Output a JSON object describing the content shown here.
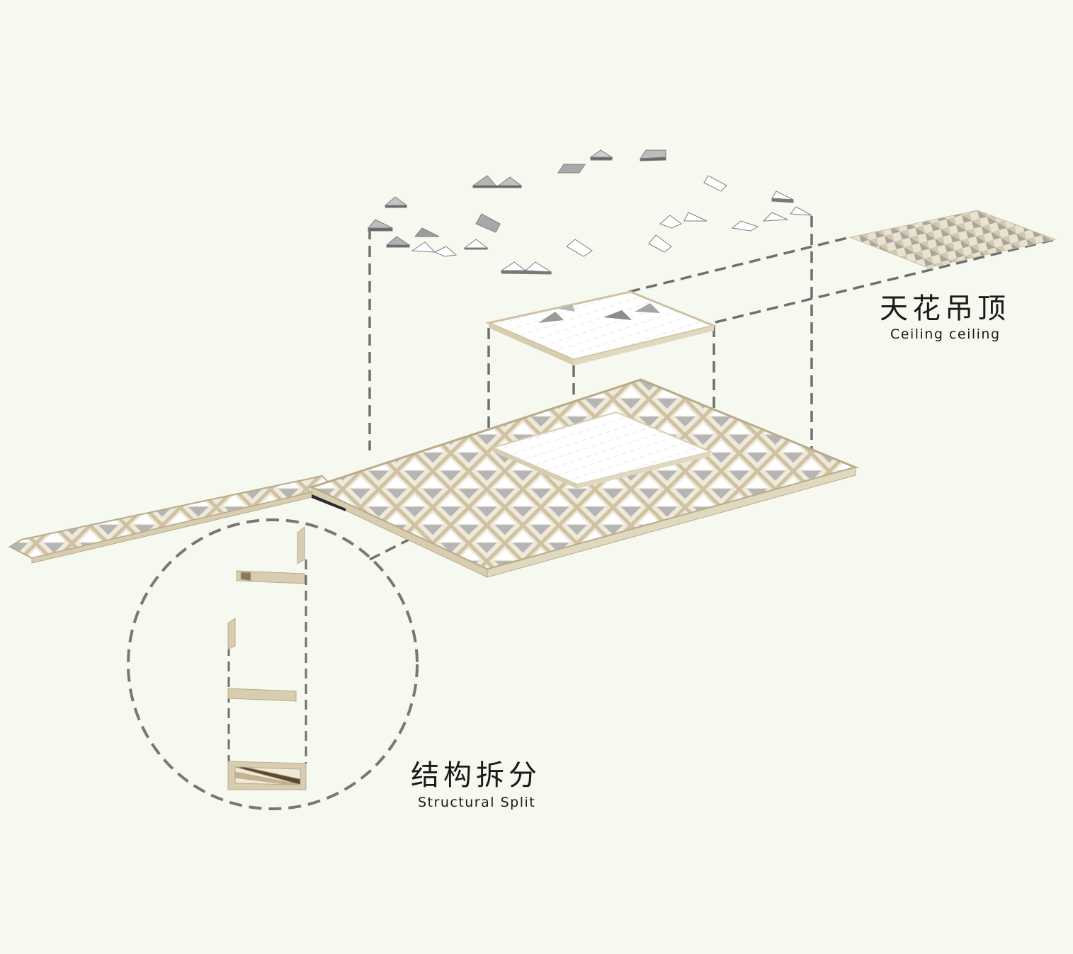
{
  "labels": {
    "ceiling": {
      "cn": "天花吊顶",
      "en": "Ceiling ceiling"
    },
    "structure": {
      "cn": "结构拆分",
      "en": "Structural Split"
    }
  },
  "colors": {
    "background": "#f6f9f0",
    "timber": "#d8cdb1",
    "timber_edge": "#b9ab8a",
    "panel_white": "#ffffff",
    "panel_shadow": "#8c8c8c",
    "dashed_line": "#6f6f6f",
    "text": "#1a1a1a"
  },
  "diagram": {
    "components": [
      "floating-ceiling-tiles",
      "ceiling-panel",
      "lattice-grid-floor",
      "lattice-strip",
      "pattern-swatch",
      "detail-circle"
    ]
  }
}
